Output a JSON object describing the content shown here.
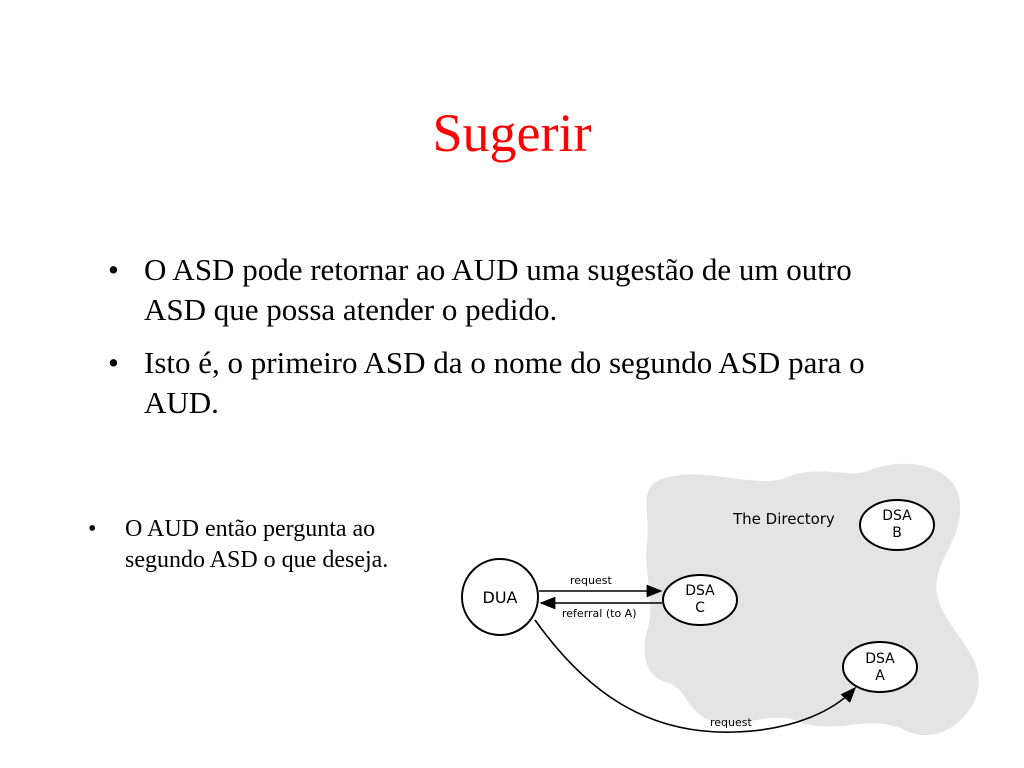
{
  "title": "Sugerir",
  "bullets": [
    {
      "marker": "•",
      "text": "O ASD pode retornar ao AUD uma sugestão de um outro ASD que possa atender o pedido."
    },
    {
      "marker": "•",
      "text": "Isto é, o primeiro ASD da o nome do segundo ASD para o AUD."
    }
  ],
  "side_bullets": [
    {
      "marker": "•",
      "text": "O AUD então pergunta ao segundo ASD o que deseja."
    }
  ],
  "diagram": {
    "directory_label": "The Directory",
    "dua_label": "DUA",
    "dsa_c": {
      "line1": "DSA",
      "line2": "C"
    },
    "dsa_b": {
      "line1": "DSA",
      "line2": "B"
    },
    "dsa_a": {
      "line1": "DSA",
      "line2": "A"
    },
    "request_label": "request",
    "referral_label": "referral (to A)",
    "request2_label": "request"
  },
  "colors": {
    "title": "#ff0000",
    "directory_fill": "#e4e4e4"
  }
}
